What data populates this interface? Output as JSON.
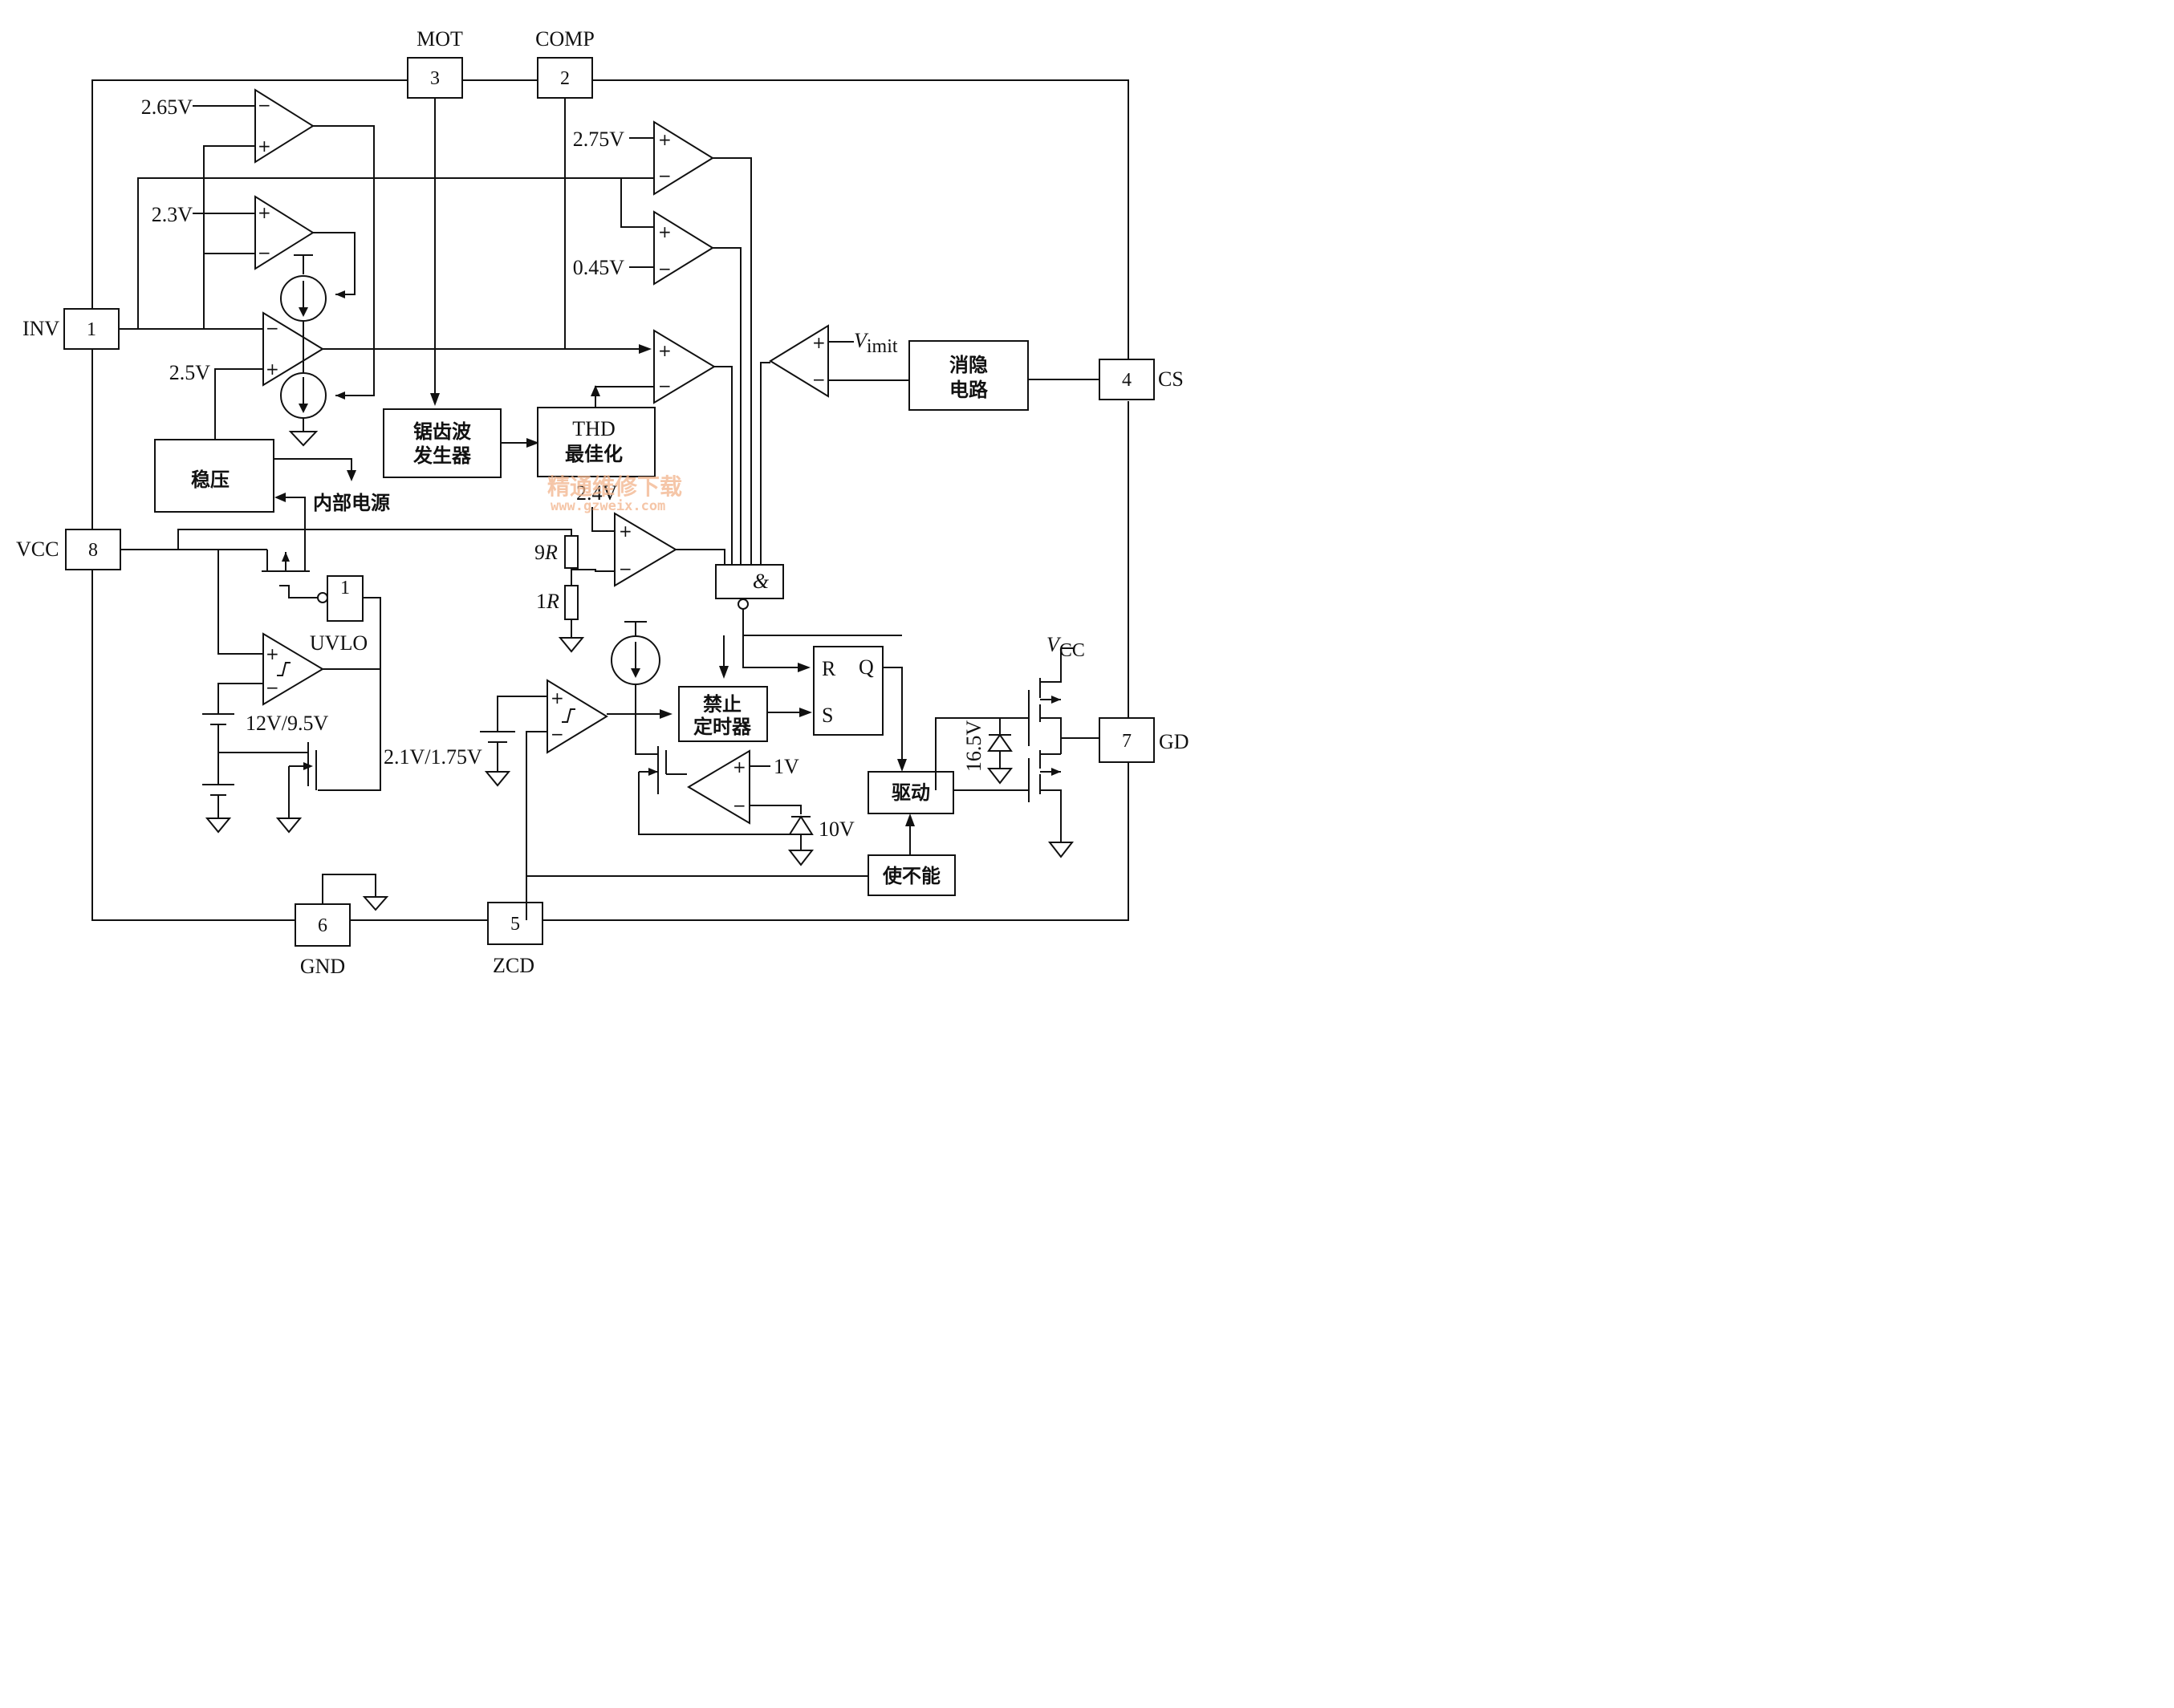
{
  "pins": {
    "inv": {
      "number": "1",
      "name": "INV"
    },
    "comp": {
      "number": "2",
      "name": "COMP"
    },
    "mot": {
      "number": "3",
      "name": "MOT"
    },
    "cs": {
      "number": "4",
      "name": "CS"
    },
    "zcd": {
      "number": "5",
      "name": "ZCD"
    },
    "gnd": {
      "number": "6",
      "name": "GND"
    },
    "gd": {
      "number": "7",
      "name": "GD"
    },
    "vcc": {
      "number": "8",
      "name": "VCC"
    }
  },
  "blocks": {
    "regulator": "稳压",
    "internal_supply": "内部电源",
    "sawtooth_line1": "锯齿波",
    "sawtooth_line2": "发生器",
    "thd_line1": "THD",
    "thd_line2": "最佳化",
    "blanking_line1": "消隐",
    "blanking_line2": "电路",
    "inhibit_line1": "禁止",
    "inhibit_line2": "定时器",
    "driver": "驱动",
    "disable": "使不能",
    "and_gate": "&",
    "inverter": "1",
    "uvlo": "UVLO",
    "latch_r": "R",
    "latch_s": "S",
    "latch_q": "Q"
  },
  "voltages": {
    "v265": "2.65V",
    "v23": "2.3V",
    "v25": "2.5V",
    "v275": "2.75V",
    "v045": "0.45V",
    "v24": "2.4V",
    "uvlo_threshold": "12V/9.5V",
    "zcd_threshold": "2.1V/1.75V",
    "v1": "1V",
    "zener10": "10V",
    "zener165": "16.5V"
  },
  "vlimit": {
    "main": "V",
    "sub": "imit"
  },
  "vcc_rail": {
    "main": "V",
    "sub": "CC"
  },
  "resistors": {
    "r9": {
      "num": "9",
      "var": "R"
    },
    "r1": {
      "num": "1",
      "var": "R"
    }
  },
  "watermark": {
    "line1": "精通维修下载",
    "line2": "www.gzweix.com"
  }
}
